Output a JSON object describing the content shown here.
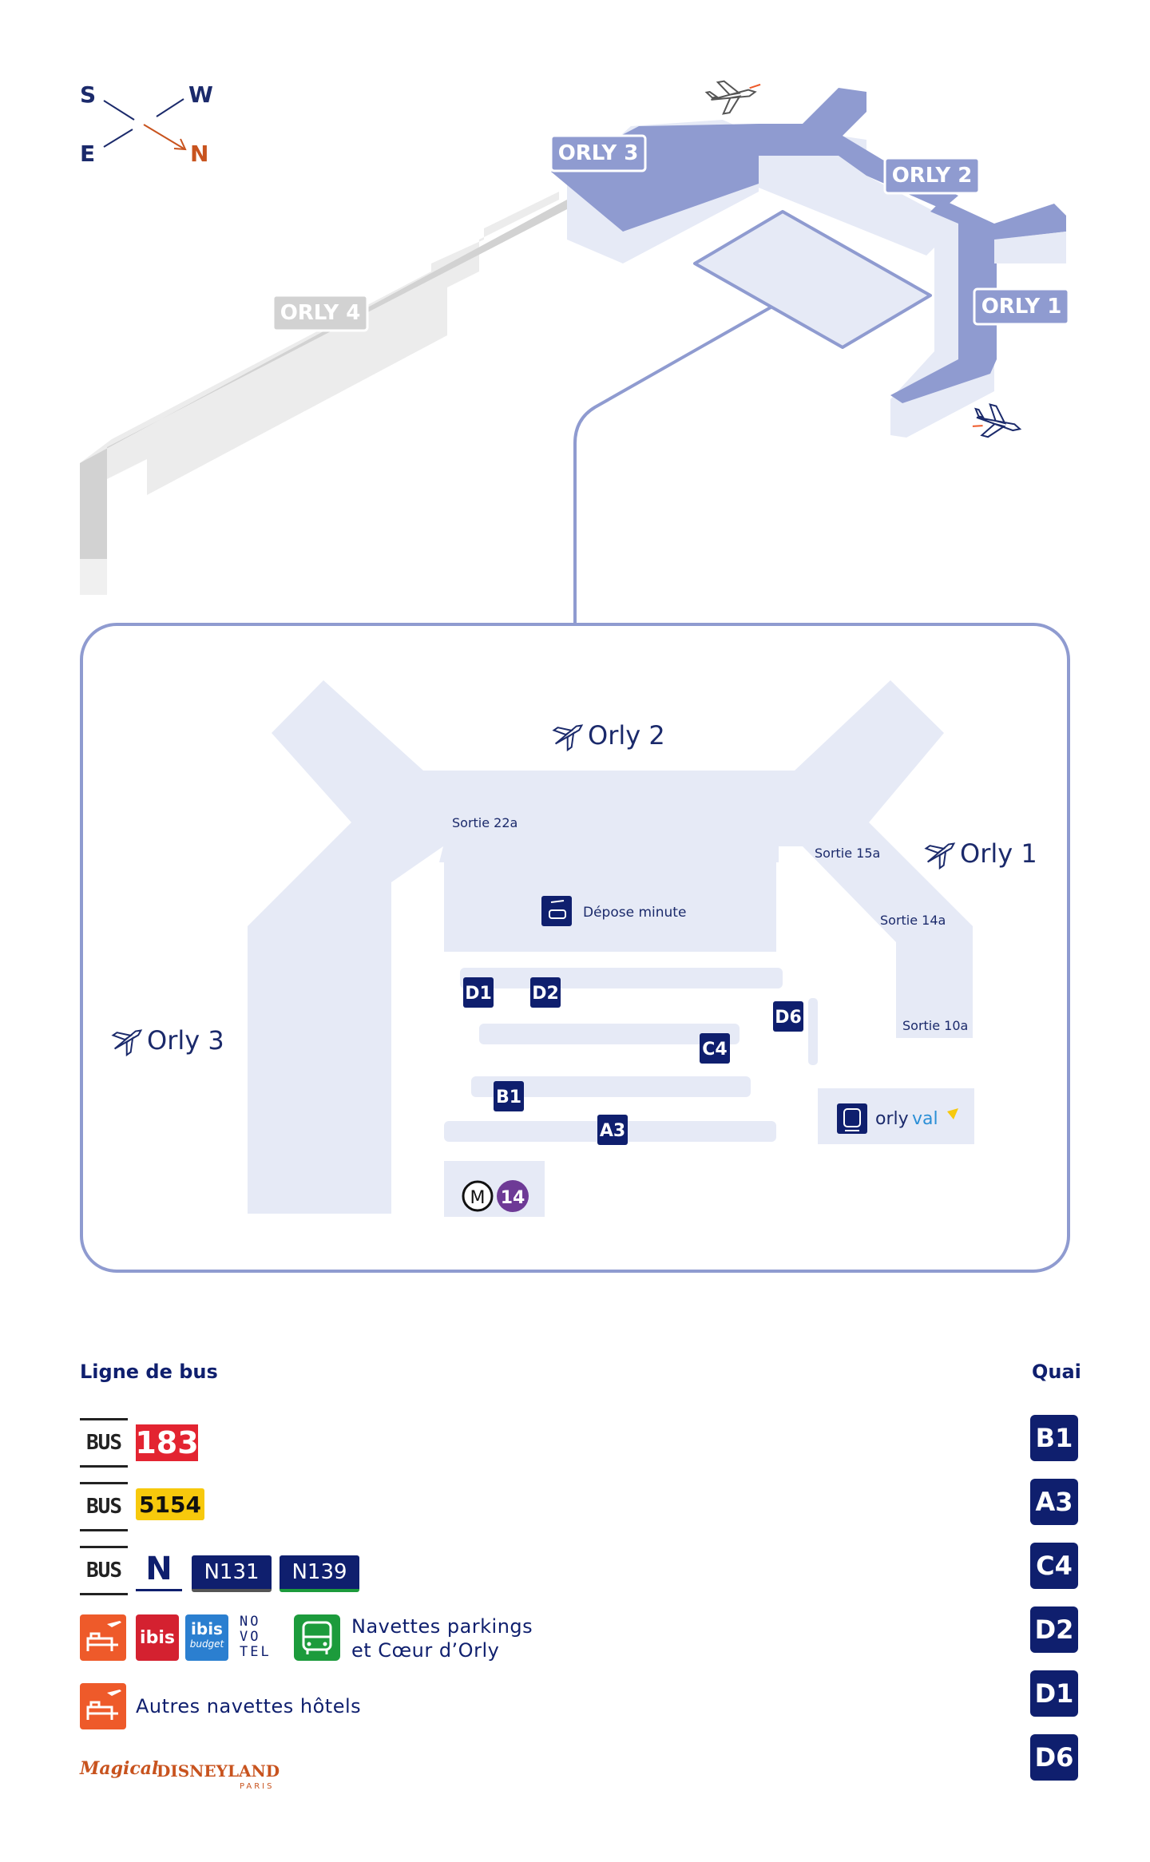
{
  "compass": {
    "s": "S",
    "w": "W",
    "e": "E",
    "n": "N",
    "north_color": "#c8531e",
    "color": "#1b2a6b"
  },
  "terminals": {
    "orly1": "ORLY 1",
    "orly2": "ORLY 2",
    "orly3": "ORLY 3",
    "orly4": "ORLY 4"
  },
  "detail": {
    "orly2": "Orly 2",
    "orly1": "Orly 1",
    "orly3": "Orly 3",
    "exits": {
      "s22a": "Sortie 22a",
      "s15a": "Sortie 15a",
      "s14a": "Sortie 14a",
      "s10a": "Sortie 10a"
    },
    "depose": "Dépose minute",
    "stops": {
      "d1": "D1",
      "d2": "D2",
      "d6": "D6",
      "c4": "C4",
      "b1": "B1",
      "a3": "A3"
    },
    "metro_m": "M",
    "metro_line": "14",
    "orlyval_a": "orly",
    "orlyval_b": "val"
  },
  "legend": {
    "bus_heading": "Ligne de bus",
    "quai_heading": "Quai",
    "bus_word": "BUS",
    "line183": "183",
    "line5154": "5154",
    "noctilien": "N",
    "n131": "N131",
    "n139": "N139",
    "ibis": "ibis",
    "ibis_budget_a": "ibis",
    "ibis_budget_b": "budget",
    "novotel_1": "NO",
    "novotel_2": "VO",
    "novotel_3": "TEL",
    "navettes_1": "Navettes parkings",
    "navettes_2": "et Cœur d’Orly",
    "autres": "Autres navettes hôtels",
    "magical": "Magical",
    "disneyland": "DISNEYLAND",
    "paris": "PARIS",
    "quais": [
      "B1",
      "A3",
      "C4",
      "D2",
      "D1",
      "D6"
    ]
  },
  "colors": {
    "navy": "#0f1f6e",
    "terminal_fill": "#8f9bd0",
    "terminal_light": "#e6eaf6",
    "orly4_fill": "#d2d2d2",
    "frame_stroke": "#8f9bd0",
    "bus183": "#e32431",
    "bus5154": "#f7c90c",
    "hotel_orange": "#ee5a2a",
    "navette_green": "#1c9b3c",
    "metro_purple": "#6e3a96"
  }
}
